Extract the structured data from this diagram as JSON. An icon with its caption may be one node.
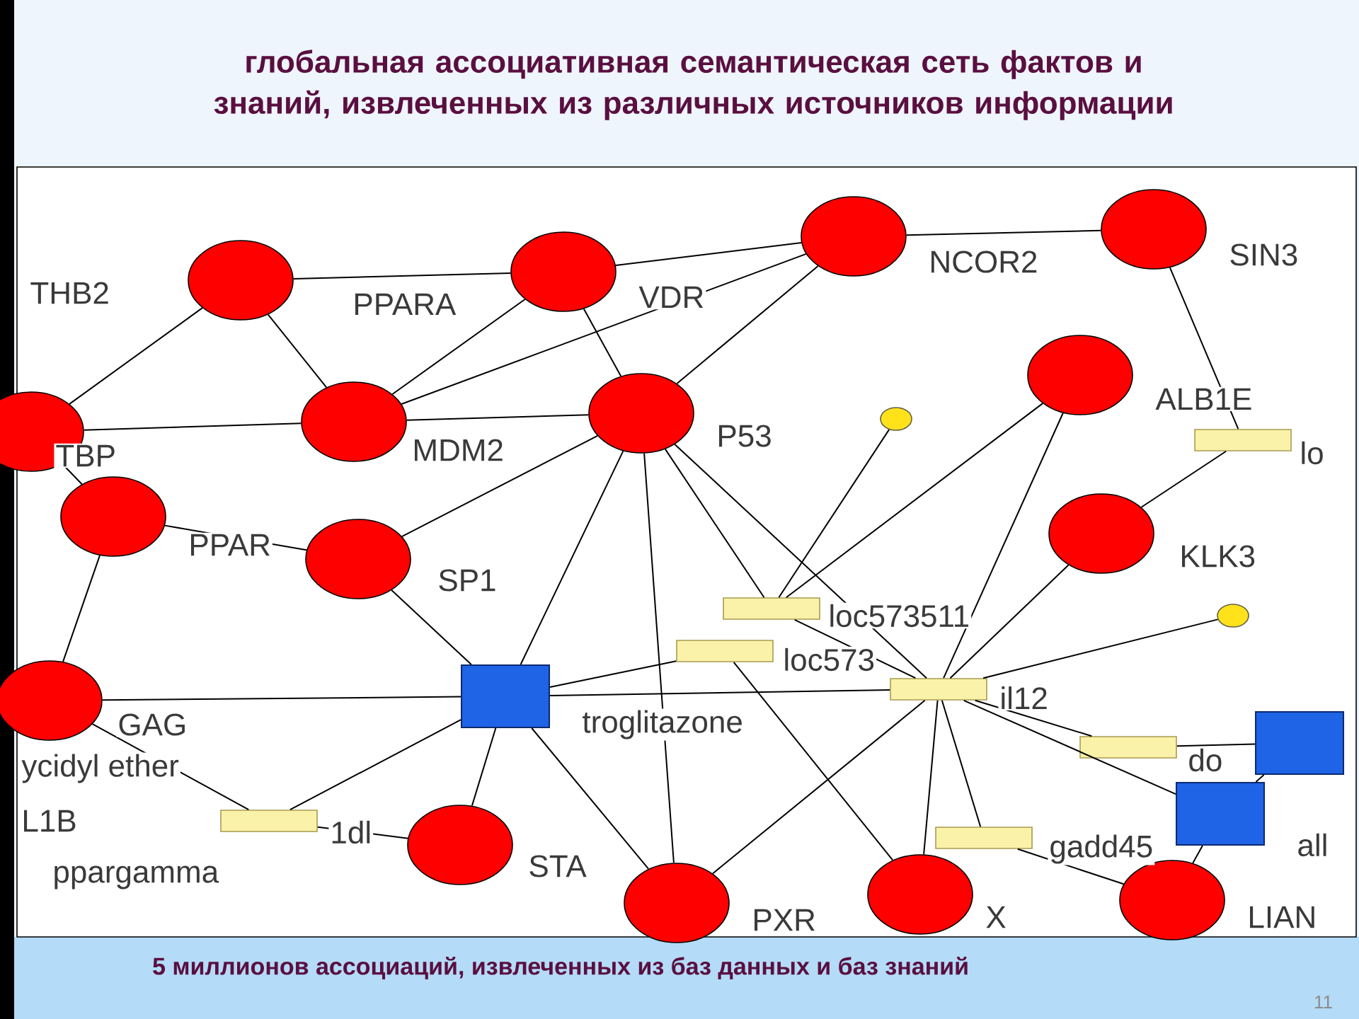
{
  "diagram": {
    "title": "глобальная ассоциативная семантическая сеть фактов и знаний,  извлеченных из различных источников информации",
    "caption": "5 миллионов  ассоциаций, извлеченных из баз данных и баз знаний",
    "nodes": [
      {
        "text": [],
        "shape": "circle",
        "beside": [
          "PPARA"
        ]
      },
      {
        "text": [],
        "shape": "circle",
        "beside": [
          "VDR"
        ]
      },
      {
        "text": [],
        "shape": "circle",
        "beside": [
          "NCOR2"
        ]
      },
      {
        "text": [],
        "shape": "circle",
        "beside": [
          "SIN3"
        ]
      },
      {
        "text": [],
        "shape": "circle",
        "beside": [
          "TBP"
        ]
      },
      {
        "text": [],
        "shape": "circle",
        "beside": [
          "MDM2"
        ]
      },
      {
        "text": [],
        "shape": "circle",
        "beside": [
          "P53"
        ]
      },
      {
        "text": [],
        "shape": "circle",
        "beside": [
          "ALB1E"
        ]
      },
      {
        "text": [],
        "shape": "circle",
        "beside": [
          "PPAR"
        ]
      },
      {
        "text": [],
        "shape": "circle",
        "beside": [
          "SP1"
        ]
      },
      {
        "text": [],
        "shape": "circle",
        "beside": [
          "KLK3"
        ]
      },
      {
        "text": [],
        "shape": "circle",
        "beside": [
          "GAG"
        ]
      },
      {
        "text": [],
        "shape": "box",
        "beside": [
          "troglitazone"
        ]
      },
      {
        "text": [],
        "shape": "bar",
        "beside": [
          "loc573511"
        ]
      },
      {
        "text": [],
        "shape": "bar",
        "beside": [
          "loc573"
        ]
      },
      {
        "text": [],
        "shape": "bar",
        "beside": [
          "il12"
        ]
      },
      {
        "text": [],
        "shape": "bar",
        "beside": [
          "do"
        ]
      },
      {
        "text": [],
        "shape": "box"
      },
      {
        "text": [],
        "shape": "box",
        "beside": [
          "all"
        ]
      },
      {
        "text": [],
        "shape": "bar",
        "beside": [
          "1dl"
        ]
      },
      {
        "text": [],
        "shape": "bar",
        "beside": [
          "gadd45"
        ]
      },
      {
        "text": [],
        "shape": "circle",
        "beside": [
          "STA"
        ]
      },
      {
        "text": [],
        "shape": "circle",
        "beside": [
          "PXR"
        ]
      },
      {
        "text": [],
        "shape": "circle",
        "beside": [
          "X"
        ]
      },
      {
        "text": [],
        "shape": "circle",
        "beside": [
          "LIAN"
        ]
      },
      {
        "text": [],
        "shape": "bar",
        "beside": [
          "lo"
        ]
      },
      {
        "text": [],
        "shape": "circle"
      },
      {
        "text": [],
        "shape": "circle"
      }
    ],
    "edges": [
      {
        "from": 0,
        "to": 1,
        "arrow": "none"
      },
      {
        "from": 0,
        "to": 5,
        "arrow": "none"
      },
      {
        "from": 0,
        "to": 4,
        "arrow": "none"
      },
      {
        "from": 1,
        "to": 2,
        "arrow": "none"
      },
      {
        "from": 1,
        "to": 6,
        "arrow": "none"
      },
      {
        "from": 1,
        "to": 5,
        "arrow": "none"
      },
      {
        "from": 2,
        "to": 6,
        "arrow": "none"
      },
      {
        "from": 2,
        "to": 3,
        "arrow": "none"
      },
      {
        "from": 2,
        "to": 5,
        "arrow": "none"
      },
      {
        "from": 5,
        "to": 6,
        "arrow": "none"
      },
      {
        "from": 4,
        "to": 5,
        "arrow": "none"
      },
      {
        "from": 4,
        "to": 8,
        "arrow": "none"
      },
      {
        "from": 8,
        "to": 9,
        "arrow": "none"
      },
      {
        "from": 8,
        "to": 11,
        "arrow": "none"
      },
      {
        "from": 9,
        "to": 6,
        "arrow": "none"
      },
      {
        "from": 9,
        "to": 12,
        "arrow": "none"
      },
      {
        "from": 6,
        "to": 12,
        "arrow": "none"
      },
      {
        "from": 6,
        "to": 13,
        "arrow": "none"
      },
      {
        "from": 6,
        "to": 15,
        "arrow": "none"
      },
      {
        "from": 6,
        "to": 22,
        "arrow": "none"
      },
      {
        "from": 7,
        "to": 15,
        "arrow": "none"
      },
      {
        "from": 7,
        "to": 13,
        "arrow": "none"
      },
      {
        "from": 10,
        "to": 15,
        "arrow": "none"
      },
      {
        "from": 10,
        "to": 25,
        "arrow": "none"
      },
      {
        "from": 3,
        "to": 25,
        "arrow": "none"
      },
      {
        "from": 11,
        "to": 12,
        "arrow": "none"
      },
      {
        "from": 12,
        "to": 15,
        "arrow": "none"
      },
      {
        "from": 12,
        "to": 14,
        "arrow": "none"
      },
      {
        "from": 12,
        "to": 21,
        "arrow": "none"
      },
      {
        "from": 12,
        "to": 22,
        "arrow": "none"
      },
      {
        "from": 15,
        "to": 20,
        "arrow": "none"
      },
      {
        "from": 15,
        "to": 23,
        "arrow": "none"
      },
      {
        "from": 15,
        "to": 16,
        "arrow": "none"
      },
      {
        "from": 15,
        "to": 18,
        "arrow": "none"
      },
      {
        "from": 15,
        "to": 27,
        "arrow": "none"
      },
      {
        "from": 26,
        "to": 13,
        "arrow": "none"
      },
      {
        "from": 16,
        "to": 17,
        "arrow": "none"
      },
      {
        "from": 17,
        "to": 18,
        "arrow": "none"
      },
      {
        "from": 18,
        "to": 24,
        "arrow": "none"
      },
      {
        "from": 19,
        "to": 12,
        "arrow": "none"
      },
      {
        "from": 19,
        "to": 11,
        "arrow": "none"
      },
      {
        "from": 20,
        "to": 24,
        "arrow": "none"
      },
      {
        "from": 21,
        "to": 19,
        "arrow": "none"
      },
      {
        "from": 13,
        "to": 15,
        "arrow": "none"
      },
      {
        "from": 22,
        "to": 15,
        "arrow": "none"
      },
      {
        "from": 23,
        "to": 14,
        "arrow": "none"
      }
    ],
    "labels": [
      "THB2",
      "ycidyl ether",
      "L1B",
      "ppargamma",
      "11"
    ]
  }
}
